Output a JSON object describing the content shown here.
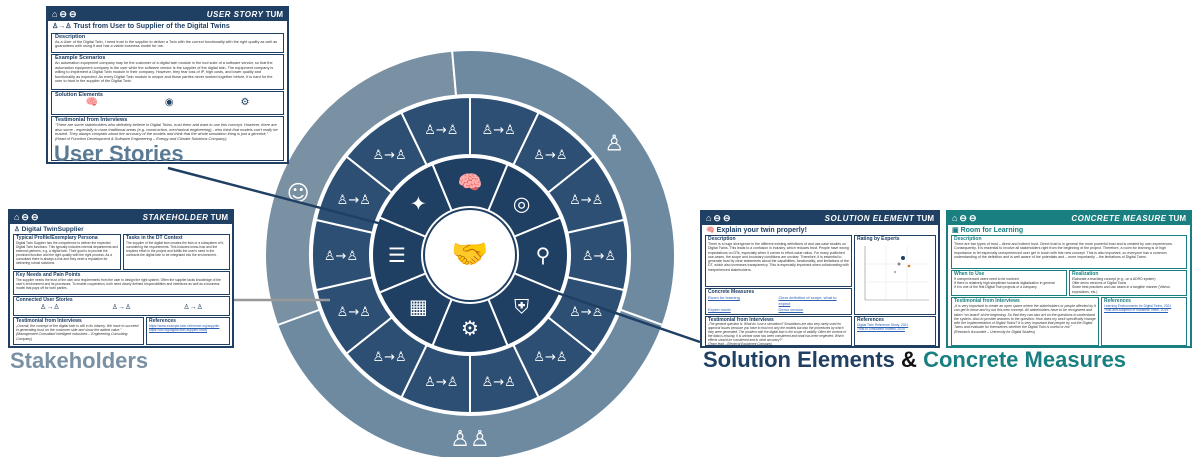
{
  "titles": {
    "user_stories": "User Stories",
    "stakeholders": "Stakeholders",
    "solution_elements": "Solution Elements",
    "amp": "&",
    "concrete_measures": "Concrete Measures"
  },
  "colors": {
    "dark_navy": "#1f3f63",
    "outer_ring": "#6e8aa1",
    "mid_ring": "#5b7b95",
    "inner_ring": "#1f3f63",
    "teal": "#1a7f80",
    "stakeholder_gray": "#7a90a3"
  },
  "user_story_card": {
    "header_label": "USER STORY",
    "logo": "TUM",
    "title": "Trust from User to Supplier of the Digital Twins",
    "description_head": "Description",
    "description_text": "As a User of the Digital Twin, I need trust in the supplier to deliver a Twin with the correct functionality with the right quality as well as guarantees with using it and has a viable business model for me.",
    "scenario_head": "Example Scenarios",
    "scenario_text": "An automation equipment company may be the customer of a digital twin module in the tool suite of a software vendor, so that the automation equipment company is the user while the software vendor is the supplier of the digital twin. The equipment company is willing to implement a Digital Twin module in their company. However, they fear loss of IP, high costs, and lower quality and functionality as expected. As every Digital Twin module is unique and those parties never worked together before, it is hard for the user to trust in the supplier of the Digital Twin.",
    "solution_head": "Solution Elements",
    "testimonial_head": "Testimonial from Interviews",
    "testimonial_text": "“There are some stakeholders who definitely believe in Digital Twins, trust them and want to use this concept. However, there are also some - especially in more traditional areas (e.g. construction, mechanical engineering) - who think that models can't really be trusted. They always complain about the accuracy of the models and think that the whole simulation thing is just a gimmick.”",
    "testimonial_source": "(Head of Function Development & Software Engineering – Energy and Climate Solutions Company)"
  },
  "stakeholder_card": {
    "header_label": "STAKEHOLDER",
    "logo": "TUM",
    "title": "Digital TwinSupplier",
    "persona_head": "Typical Profile/Exemplary Persona",
    "persona_text": "Digital Twin Supplier has the competence to deliver the expected Digital Twin functions. This typically includes internal departments and external partners, e.g. a digital twin. Their goal is to provide the promised function and the right quality with the right process. As a consultant there is always a risk and they need a reputation for delivering robust solutions.",
    "tasks_head": "Tasks in the DT Context",
    "tasks_text": "The supplier of the digital twin creates the twin or a subsystem of it, considering the requirements. This includes know-how and the required effort in the project and fulfills the user's need in the contracts the digital twin to be integrated into the environment.",
    "needs_head": "Key Needs and Pain Points",
    "needs_text": "The supplier needs the trust of the user and requirements from the user to design the right system. Often the supplier lacks knowledge of the user's environment and its processes. To enable cooperation, both need clearly defined responsibilities and interfaces as well as a business model that pays off for both parties.",
    "connected_head": "Connected User Stories",
    "testimonial_head": "Testimonial from Interviews",
    "testimonial_text": "„Overall, the concept of the digital twin is still in its infancy. We have to succeed in generating trust on the customer side and show the added value.”",
    "testimonial_source": "(Management Consultant Intelligent Industries – Engineering Consulting Company)",
    "references_head": "References",
    "references": [
      "https://www.example-twin-reference.org/supplier",
      "https://doi.org/digital-twin-supplier-study"
    ]
  },
  "solution_card": {
    "header_label": "SOLUTION ELEMENT",
    "logo": "TUM",
    "title": "Explain your twin properly!",
    "description_head": "Description",
    "description_text": "There is a huge divergence in the different existing definitions of and use-case studies on Digital Twins. This leads to a confusion in industry, which reduces trust. People have wrong expectations on DTs, especially when it comes to effort-value ratios. For many published use-cases, the scope and boundary conditions are unclear. Therefore, it is essential to generate trust by clear statements about the capabilities, functionality, and limitations of the DT, which also increases transparency. This is especially important when collaborating with inexperienced stakeholders.",
    "rating_head": "Rating by Experts",
    "measures_head": "Concrete Measures",
    "measures": [
      "Room for learning",
      "Expert mode",
      "Clear definition of scope, what to expect",
      "Demo version"
    ],
    "testimonial_head": "Testimonial from Interviews",
    "testimonial_text": "„The general question is: What do I use a simulation? Simulations are also very rarely used for approval issues because you have to trust not only the models but also the procedures by which they were generated. The problem with the digital twin is the scope of validity. Often the content of the data is missing. It is unclear what has been considered and what has been neglected. Which effects should be considered and to what accuracy?”",
    "testimonial_source": "(Team lead – Electrical Equipment Company)",
    "references_head": "References",
    "references": [
      "Digital Twin Reference Study, 2021",
      "Trust in Simulation Models, 2020"
    ]
  },
  "measure_card": {
    "header_label": "CONCRETE MEASURE",
    "logo": "TUM",
    "title": "Room for Learning",
    "description_head": "Description",
    "description_text": "There are two types of trust – direct and indirect trust. Direct trust is in general the more powerful trust and is created by own experiences. Consequently, it is essential to involve all stakeholders right from the beginning of the project. Therefore, a room for learning is of high importance to let especially unexperienced user get in touch with this new concept. This is also important, so everyone has a common understanding of the definition and is well aware of the potentials and – more importantly – the limitations of Digital Twins.",
    "when_head": "When to Use",
    "when_items": [
      "If unexperienced users need to be involved",
      "If there is relatively high skepticism towards digitalization in general",
      "If it is one of the first Digital Twin projects of a company"
    ],
    "realization_head": "Realization",
    "realization_items": [
      "Elaborate a teaching concept (e.g., on a ADRO system)",
      "Offer demo versions of Digital Twins",
      "Share best practices and use cases in a tangible manner (Videos, expositions, etc.)"
    ],
    "testimonial_head": "Testimonial from Interviews",
    "testimonial_text": "„It is very important to create an open space where the stakeholders or people affected by it can get to know and try out this new concept. All stakeholders have to be recognized and taken “on board” at the beginning. So that they can also act on the questions to understand the system. Also to provide answers to the question: How does my work specifically change with the implementation of Digital Twins? It is very important that people try out the Digital Twins and evaluate for themselves whether the Digital Twin is useful or not.”",
    "testimonial_source": "(Research Associate – University for Digital Studies)",
    "references_head": "References",
    "references": [
      "Learning Environments for Digital Twins, 2021",
      "Trust and Adoption of Industrial Twins, 2019"
    ]
  }
}
